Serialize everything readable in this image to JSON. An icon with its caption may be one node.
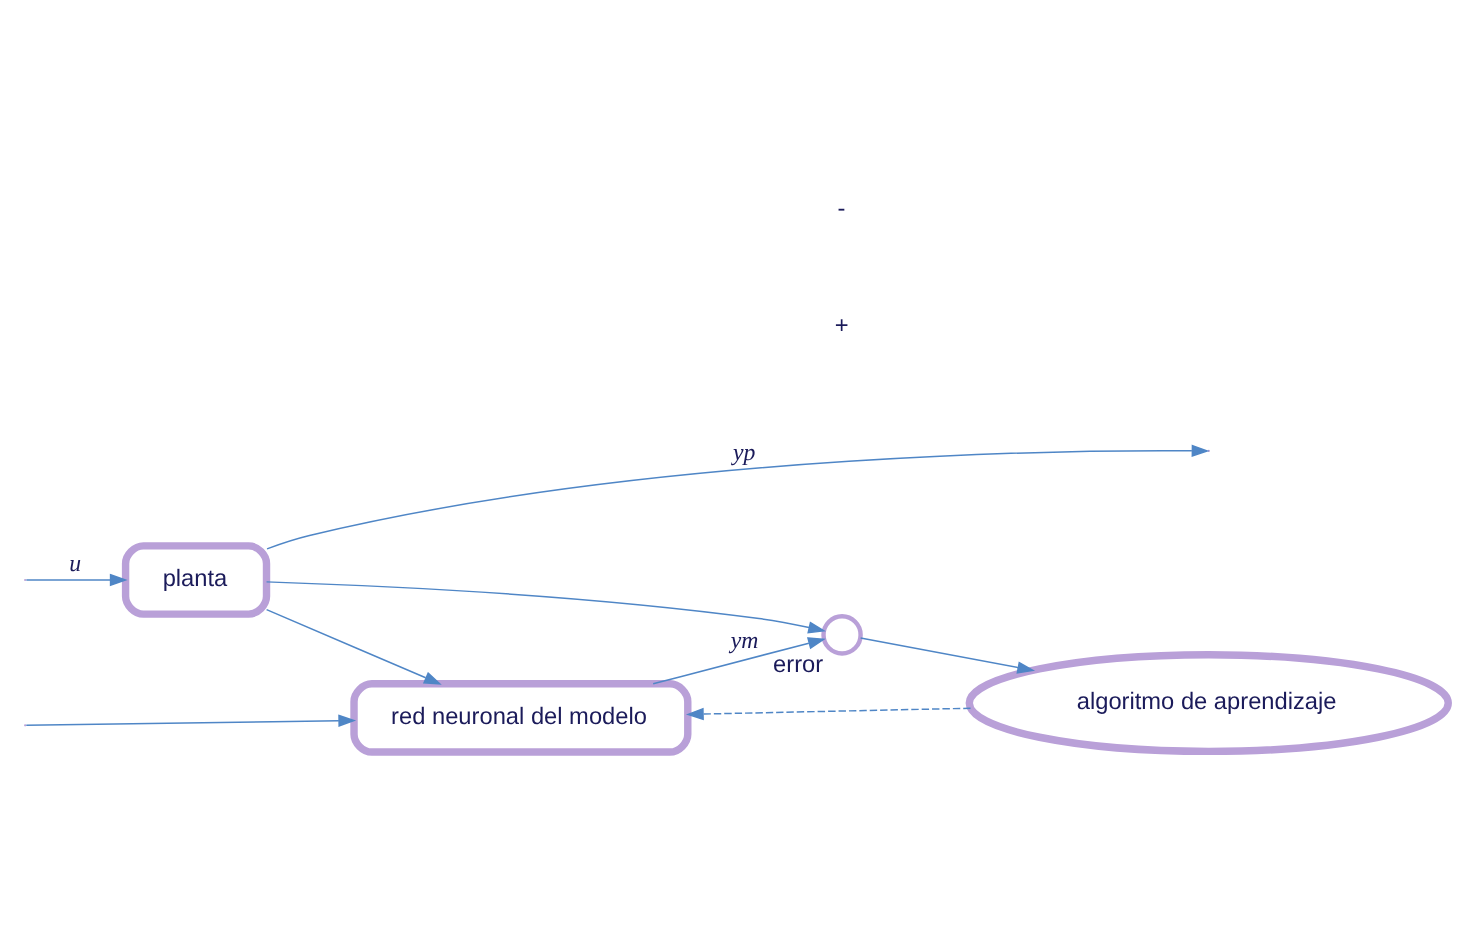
{
  "diagram": {
    "nodes": [
      {
        "text": [
          "planta"
        ]
      },
      {
        "text": [
          "red neuronal del modelo"
        ]
      },
      {
        "text": [],
        "shape": "circle",
        "beside": [
          "error"
        ]
      },
      {
        "text": [
          "algoritmo de aprendizaje"
        ]
      }
    ],
    "edges": [
      {
        "from": 0,
        "to": null,
        "arrow": "to",
        "label": "yp"
      },
      {
        "from": null,
        "to": 1,
        "arrow": "to"
      },
      {
        "from": null,
        "to": 0,
        "arrow": "to",
        "label": "u"
      },
      {
        "from": 0,
        "to": 1,
        "arrow": "to"
      },
      {
        "from": 0,
        "to": 2,
        "arrow": "to"
      },
      {
        "from": 1,
        "to": 2,
        "arrow": "to",
        "label": "ym"
      },
      {
        "from": 2,
        "to": 3,
        "arrow": "to"
      },
      {
        "from": 3,
        "to": 1,
        "arrow": "to",
        "style": "dashed"
      }
    ],
    "labels": [
      "+",
      "-"
    ]
  }
}
